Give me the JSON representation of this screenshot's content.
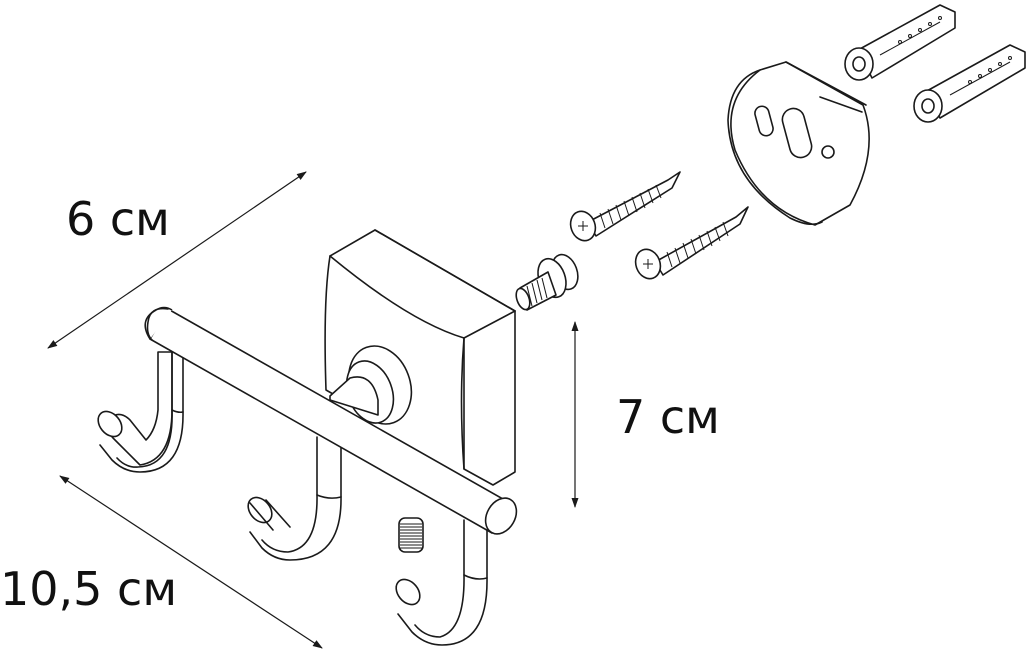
{
  "diagram": {
    "type": "exploded-technical-drawing",
    "subject": "triple wall hook rack with mounting hardware",
    "line_color": "#1a1a1a",
    "background": "#ffffff"
  },
  "dimensions": {
    "width_label": "6 см",
    "height_label": "7 см",
    "length_label": "10,5 см"
  },
  "parts": [
    {
      "name": "hook-bar",
      "label": "three-hook bar"
    },
    {
      "name": "mounting-block",
      "label": "square base cover"
    },
    {
      "name": "set-screw",
      "label": "grub screw"
    },
    {
      "name": "bolt-with-washers",
      "label": "bolt with washers"
    },
    {
      "name": "wood-screw-1",
      "label": "countersunk screw"
    },
    {
      "name": "wood-screw-2",
      "label": "countersunk screw"
    },
    {
      "name": "mounting-plate",
      "label": "oval mounting plate"
    },
    {
      "name": "wall-plug-1",
      "label": "wall plug"
    },
    {
      "name": "wall-plug-2",
      "label": "wall plug"
    }
  ]
}
